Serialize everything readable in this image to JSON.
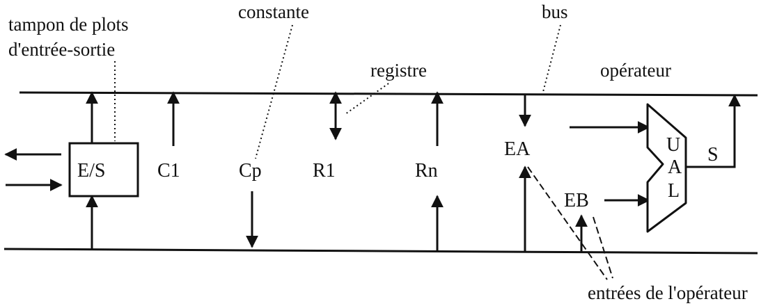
{
  "labels": {
    "tampon_line1": "tampon de plots",
    "tampon_line2": "d'entrée-sortie",
    "constante": "constante",
    "bus": "bus",
    "registre": "registre",
    "operateur": "opérateur",
    "entrees": "entrées de l'opérateur",
    "es": "E/S",
    "c1": "C1",
    "cp": "Cp",
    "r1": "R1",
    "rn": "Rn",
    "ea": "EA",
    "eb": "EB",
    "u": "U",
    "a": "A",
    "l": "L",
    "s": "S"
  },
  "colors": {
    "ink": "#111111",
    "background": "#ffffff"
  }
}
